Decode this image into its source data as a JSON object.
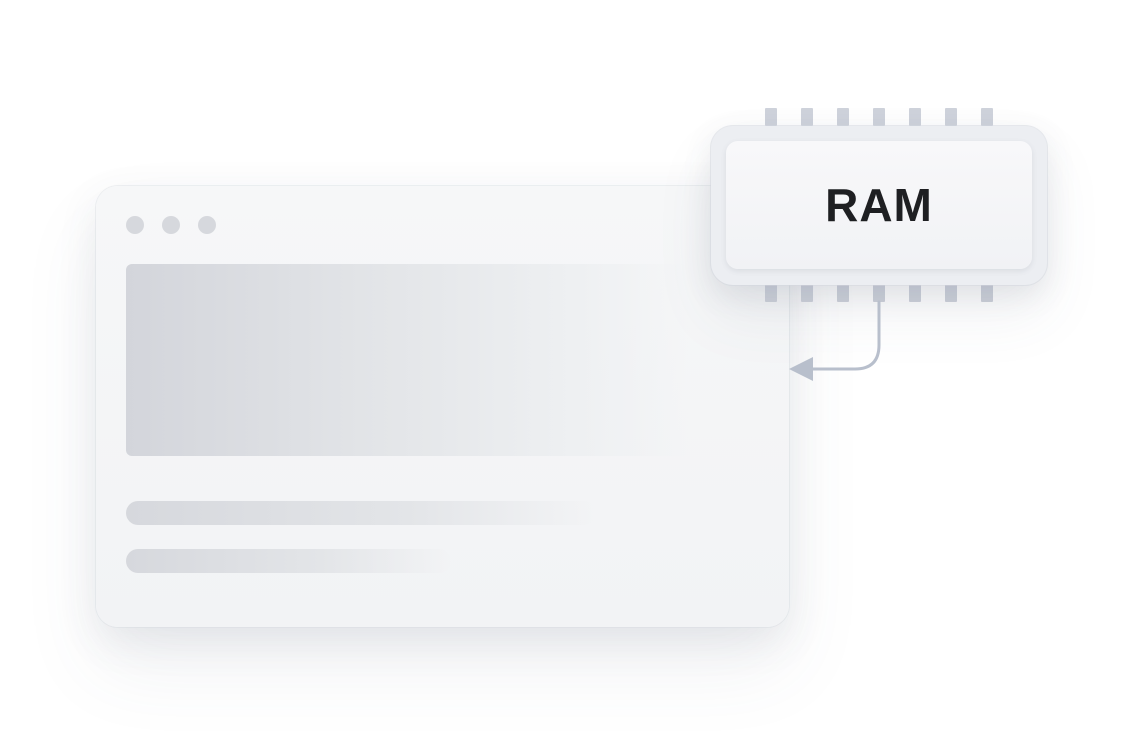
{
  "chip": {
    "label": "RAM",
    "pin_count_top": 7,
    "pin_count_bottom": 7
  },
  "browser_window": {
    "window_dot_count": 3
  },
  "colors": {
    "background": "#ffffff",
    "window_surface": "#f4f5f7",
    "placeholder": "#d6d8dd",
    "pin": "#cfd3dc",
    "connector": "#b8bfcc",
    "chip_label": "#1e1f22"
  },
  "icons": {
    "connector_arrow": "arrow-left-icon"
  }
}
